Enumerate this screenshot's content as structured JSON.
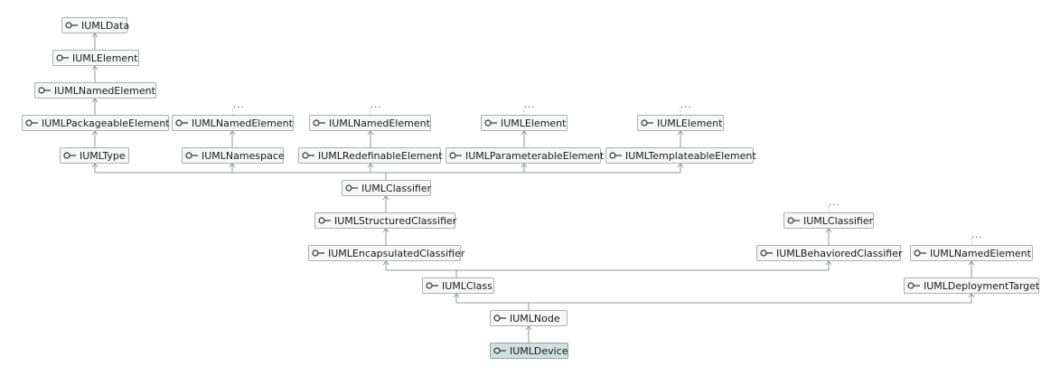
{
  "diagram": {
    "colors": {
      "node_bg": "#f6f8f7",
      "node_border": "#a9b2ad",
      "highlight_bg": "#cfe0df",
      "line": "#8f9893"
    },
    "icon": "interface-icon",
    "nodes": {
      "n_data": {
        "label": "IUMLData"
      },
      "n_elem1": {
        "label": "IUMLElement"
      },
      "n_named1": {
        "label": "IUMLNamedElement"
      },
      "n_pack": {
        "label": "IUMLPackageableElement"
      },
      "n_type": {
        "label": "IUMLType"
      },
      "n_named2": {
        "label": "IUMLNamedElement"
      },
      "n_ns": {
        "label": "IUMLNamespace"
      },
      "n_named3": {
        "label": "IUMLNamedElement"
      },
      "n_redef": {
        "label": "IUMLRedefinableElement"
      },
      "n_elem2": {
        "label": "IUMLElement"
      },
      "n_param": {
        "label": "IUMLParameterableElement"
      },
      "n_elem3": {
        "label": "IUMLElement"
      },
      "n_templ": {
        "label": "IUMLTemplateableElement"
      },
      "n_classifier": {
        "label": "IUMLClassifier"
      },
      "n_struct": {
        "label": "IUMLStructuredClassifier"
      },
      "n_encap": {
        "label": "IUMLEncapsulatedClassifier"
      },
      "n_classifier2": {
        "label": "IUMLClassifier"
      },
      "n_behav": {
        "label": "IUMLBehavioredClassifier"
      },
      "n_named4": {
        "label": "IUMLNamedElement"
      },
      "n_class": {
        "label": "IUMLClass"
      },
      "n_deploy": {
        "label": "IUMLDeploymentTarget"
      },
      "n_node": {
        "label": "IUMLNode"
      },
      "n_device": {
        "label": "IUMLDevice"
      }
    },
    "ellipsis": "..."
  }
}
